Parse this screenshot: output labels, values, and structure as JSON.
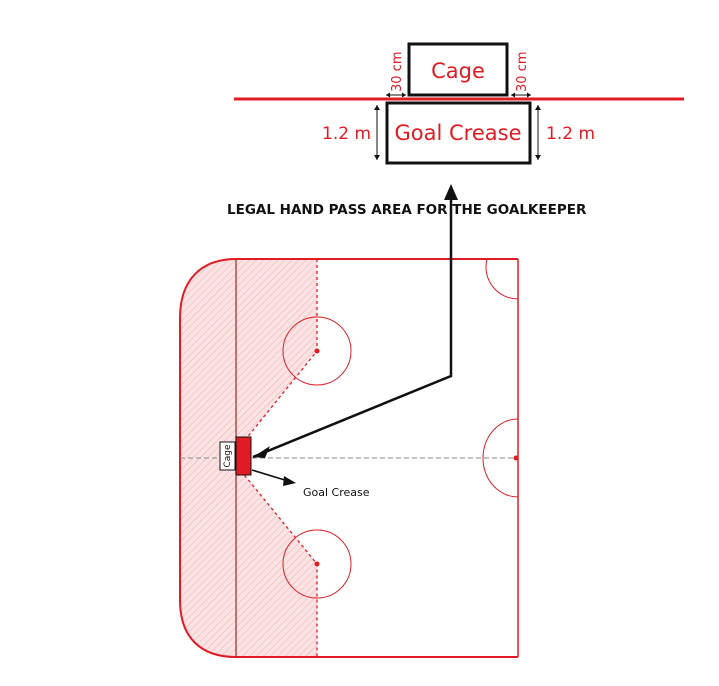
{
  "detail": {
    "cage_label": "Cage",
    "crease_label": "Goal Crease",
    "left_gap_label": "30 cm",
    "right_gap_label": "30 cm",
    "left_depth_label": "1.2 m",
    "right_depth_label": "1.2 m"
  },
  "caption": "LEGAL HAND PASS AREA FOR THE GOALKEEPER",
  "rink": {
    "cage_label": "Cage",
    "crease_callout": "Goal Crease"
  },
  "colors": {
    "rink_red": "#e01b24",
    "shading": "#f6d6d6",
    "ink": "#111111"
  }
}
